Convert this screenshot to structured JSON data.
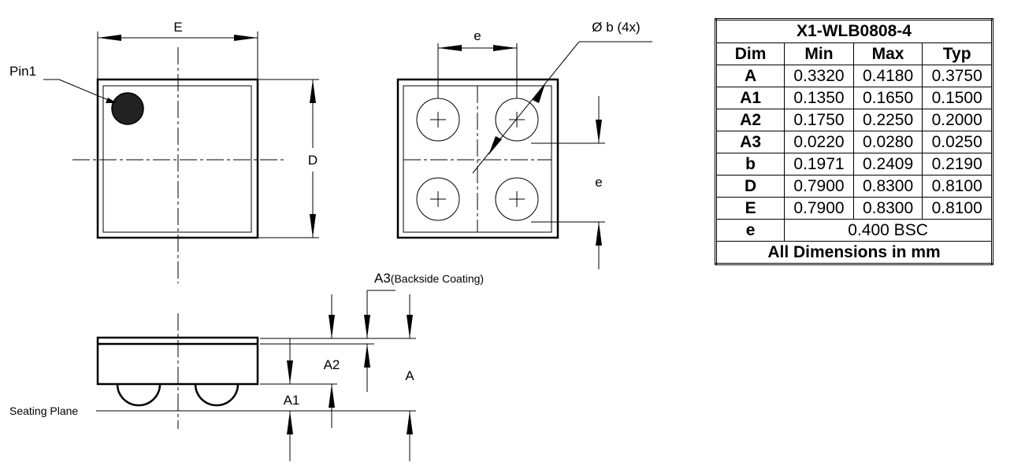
{
  "drawing": {
    "top_view": {
      "width_label": "E",
      "height_label": "D",
      "pin_label": "Pin1"
    },
    "bottom_view": {
      "pitch_label_top": "e",
      "pitch_label_side": "e",
      "ball_label": "Ø b (4x)"
    },
    "side_view": {
      "a3_label": "A3",
      "a3_note": "(Backside Coating)",
      "a2_label": "A2",
      "a1_label": "A1",
      "a_label": "A",
      "seating_plane_label": "Seating Plane"
    }
  },
  "table": {
    "title": "X1-WLB0808-4",
    "headers": [
      "Dim",
      "Min",
      "Max",
      "Typ"
    ],
    "rows": [
      {
        "dim": "A",
        "min": "0.3320",
        "max": "0.4180",
        "typ": "0.3750"
      },
      {
        "dim": "A1",
        "min": "0.1350",
        "max": "0.1650",
        "typ": "0.1500"
      },
      {
        "dim": "A2",
        "min": "0.1750",
        "max": "0.2250",
        "typ": "0.2000"
      },
      {
        "dim": "A3",
        "min": "0.0220",
        "max": "0.0280",
        "typ": "0.0250"
      },
      {
        "dim": "b",
        "min": "0.1971",
        "max": "0.2409",
        "typ": "0.2190"
      },
      {
        "dim": "D",
        "min": "0.7900",
        "max": "0.8300",
        "typ": "0.8100"
      },
      {
        "dim": "E",
        "min": "0.7900",
        "max": "0.8300",
        "typ": "0.8100"
      }
    ],
    "e_row": {
      "dim": "e",
      "value": "0.400 BSC"
    },
    "footer": "All Dimensions in mm"
  }
}
